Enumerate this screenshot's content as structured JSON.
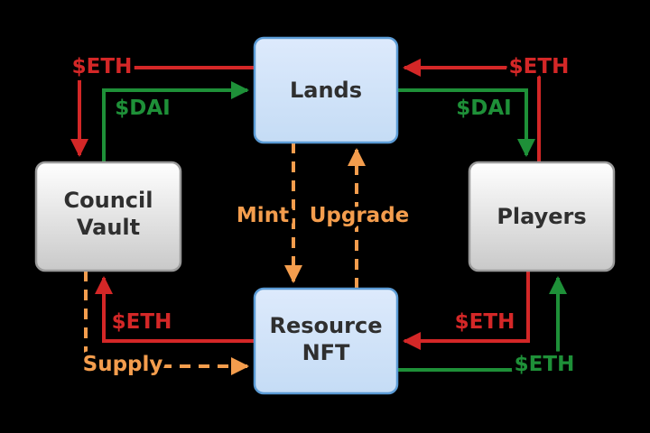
{
  "diagram": {
    "background": "#000000",
    "colors": {
      "red": "#d42727",
      "green": "#1e9038",
      "orange": "#f49d4d",
      "node_blue_fill": "#d2e4f8",
      "node_blue_border": "#5b9bd5",
      "node_gray_fill": "#e6e6e6",
      "node_gray_border": "#9a9a9a"
    },
    "nodes": {
      "lands": {
        "label": "Lands"
      },
      "council_vault": {
        "line1": "Council",
        "line2": "Vault"
      },
      "players": {
        "label": "Players"
      },
      "resource_nft": {
        "line1": "Resource",
        "line2": "NFT"
      }
    },
    "edges": [
      {
        "from": "lands",
        "to": "council-vault",
        "label": "$ETH",
        "color": "red",
        "line": "solid"
      },
      {
        "from": "council-vault",
        "to": "lands",
        "label": "$DAI",
        "color": "green",
        "line": "solid"
      },
      {
        "from": "players",
        "to": "lands",
        "label": "$ETH",
        "color": "red",
        "line": "solid"
      },
      {
        "from": "lands",
        "to": "players",
        "label": "$DAI",
        "color": "green",
        "line": "solid"
      },
      {
        "from": "lands",
        "to": "resource-nft",
        "label": "Mint",
        "color": "orange",
        "line": "dashed"
      },
      {
        "from": "resource-nft",
        "to": "lands",
        "label": "Upgrade",
        "color": "orange",
        "line": "dashed"
      },
      {
        "from": "resource-nft",
        "to": "council-vault",
        "label": "$ETH",
        "color": "red",
        "line": "solid"
      },
      {
        "from": "council-vault",
        "to": "resource-nft",
        "label": "Supply",
        "color": "orange",
        "line": "dashed"
      },
      {
        "from": "players",
        "to": "resource-nft",
        "label": "$ETH",
        "color": "red",
        "line": "solid"
      },
      {
        "from": "resource-nft",
        "to": "players",
        "label": "$ETH",
        "color": "green",
        "line": "solid"
      }
    ]
  }
}
